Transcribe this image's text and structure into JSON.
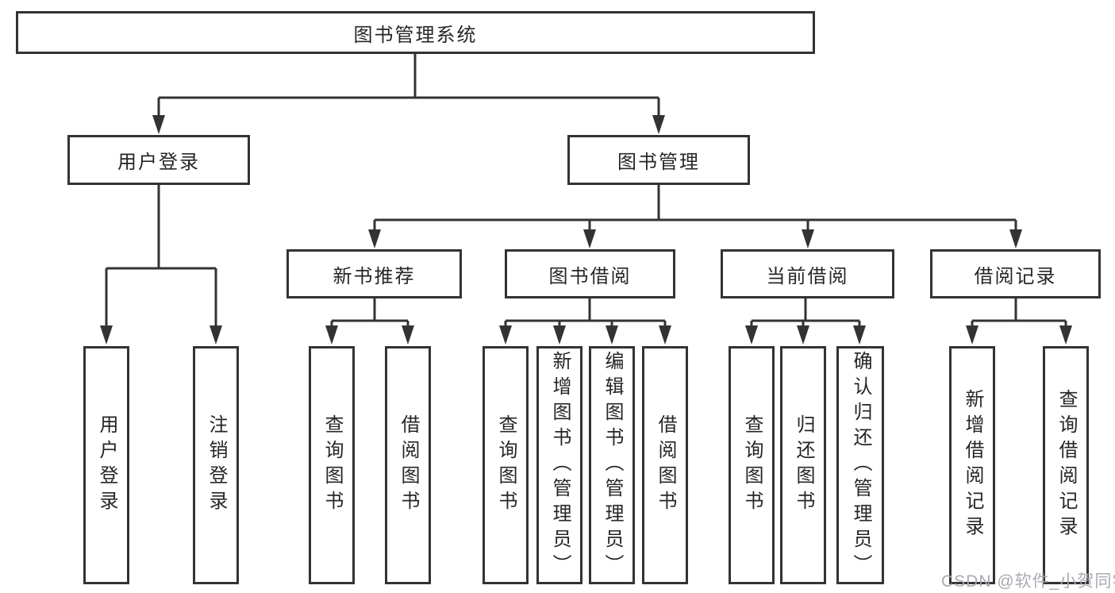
{
  "tree": {
    "label": "图书管理系统",
    "children": [
      {
        "label": "用户登录",
        "children": [
          {
            "label": "用户登录"
          },
          {
            "label": "注销登录"
          }
        ]
      },
      {
        "label": "图书管理",
        "children": [
          {
            "label": "新书推荐",
            "children": [
              {
                "label": "查询图书"
              },
              {
                "label": "借阅图书"
              }
            ]
          },
          {
            "label": "图书借阅",
            "children": [
              {
                "label": "查询图书"
              },
              {
                "label": "新增图书（管理员）"
              },
              {
                "label": "编辑图书（管理员）"
              },
              {
                "label": "借阅图书"
              }
            ]
          },
          {
            "label": "当前借阅",
            "children": [
              {
                "label": "查询图书"
              },
              {
                "label": "归还图书"
              },
              {
                "label": "确认归还（管理员）"
              }
            ]
          },
          {
            "label": "借阅记录",
            "children": [
              {
                "label": "新增借阅记录"
              },
              {
                "label": "查询借阅记录"
              }
            ]
          }
        ]
      }
    ]
  },
  "watermark": "CSDN @软件_小贺同学",
  "colors": {
    "line": "#333333",
    "border": "#333333",
    "text": "#262626",
    "watermark": "#a3a7ad",
    "background": "#ffffff"
  }
}
